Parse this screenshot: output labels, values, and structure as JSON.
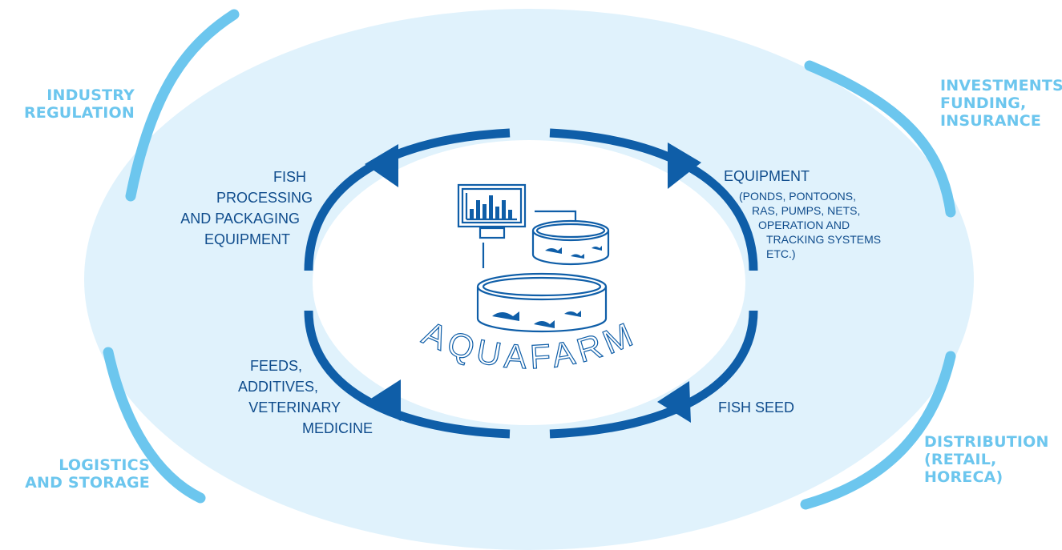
{
  "center": {
    "title": "AQUAFARM"
  },
  "inner_labels": {
    "processing": [
      "FISH",
      "PROCESSING",
      "AND PACKAGING",
      "EQUIPMENT"
    ],
    "equipment_title": "EQUIPMENT",
    "equipment_detail": [
      "(PONDS, PONTOONS,",
      "RAS, PUMPS, NETS,",
      "OPERATION AND",
      "TRACKING SYSTEMS",
      "ETC.)"
    ],
    "feeds": [
      "FEEDS,",
      "ADDITIVES,",
      "VETERINARY",
      "MEDICINE"
    ],
    "seed": "FISH SEED"
  },
  "outer_labels": {
    "regulation": [
      "INDUSTRY",
      "REGULATION"
    ],
    "investments": [
      "INVESTMENTS,",
      "FUNDING,",
      "INSURANCE"
    ],
    "logistics": [
      "LOGISTICS",
      "AND STORAGE"
    ],
    "distribution": [
      "DISTRIBUTION",
      "(RETAIL,",
      "HORECA)"
    ]
  },
  "colors": {
    "outer_ellipse": "#e0f2fc",
    "inner_ellipse": "#ffffff",
    "dark_blue": "#0f5ea8",
    "light_blue": "#6cc6ee",
    "text_dark": "#0f4c8c"
  }
}
